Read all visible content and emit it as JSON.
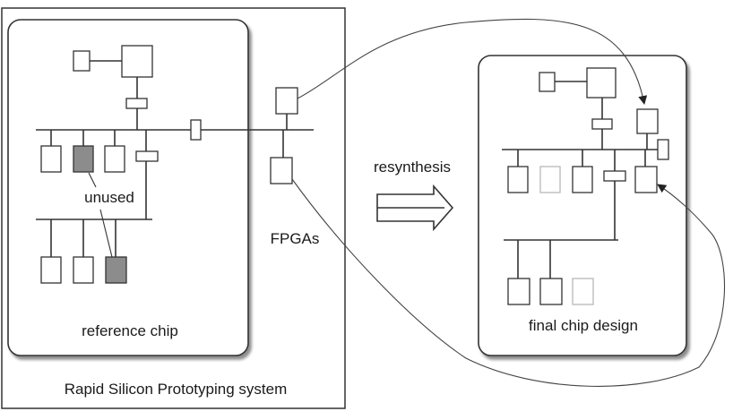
{
  "system_label": "Rapid Silicon Prototyping system",
  "reference_chip_label": "reference chip",
  "unused_label": "unused",
  "fpgas_label": "FPGAs",
  "resynthesis_label": "resynthesis",
  "final_chip_label": "final chip design"
}
